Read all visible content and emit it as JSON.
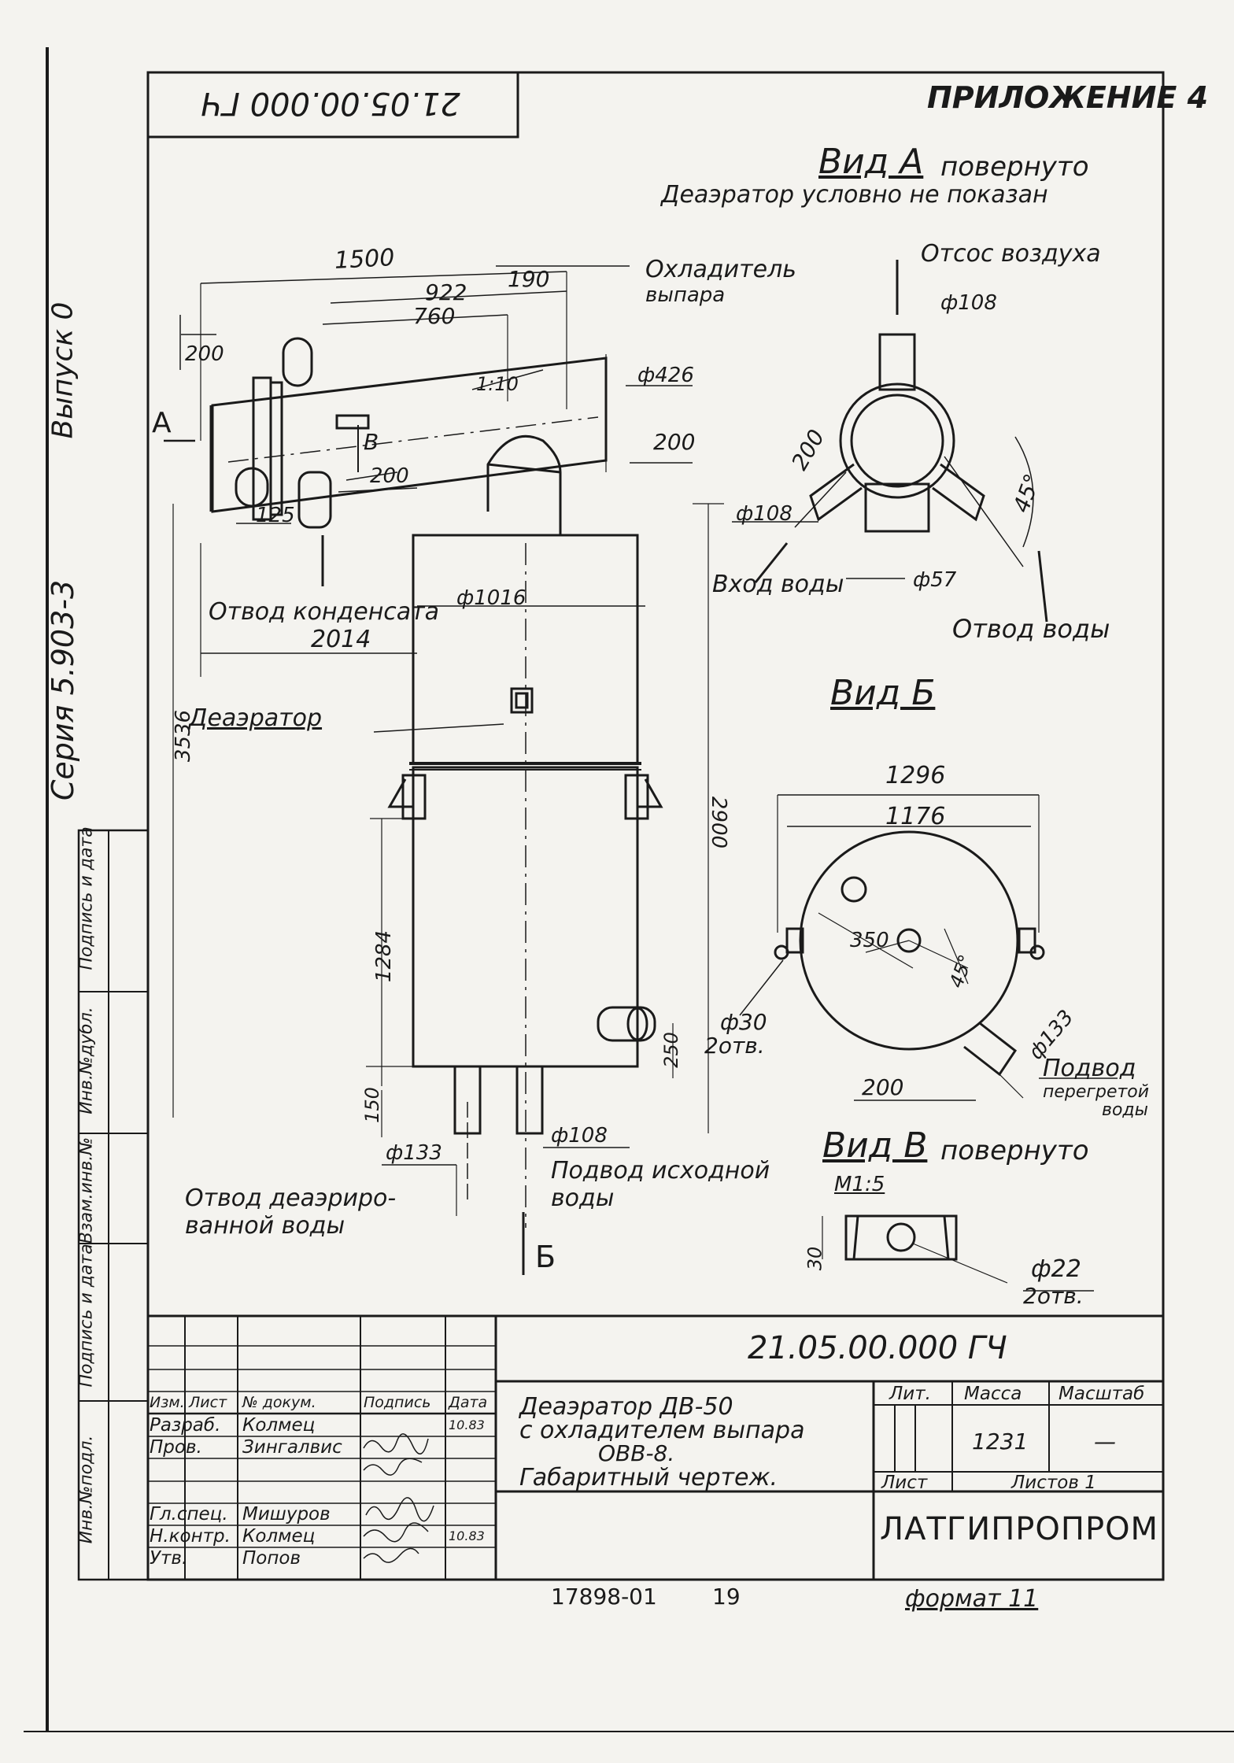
{
  "header": {
    "code_rotated": "21.05.00.000 ГЧ",
    "appendix": "ПРИЛОЖЕНИЕ 4"
  },
  "margin": {
    "issue": "Выпуск 0",
    "series": "Серия 5.903-3",
    "col1": "Инв.№подл.",
    "col2": "Подпись и дата",
    "col3": "Взам.инв.№",
    "col4": "Инв.№дубл.",
    "col5": "Подпись и дата"
  },
  "view_a": {
    "title": "Вид А",
    "title_suffix": "повернуто",
    "note": "Деаэратор условно не показан",
    "air_label": "Отсос воздуха",
    "d_air": "ф108",
    "d_steam": "ф108",
    "dim_200": "200",
    "angle": "45°",
    "water_in": "Вход воды",
    "d_water": "ф57",
    "water_out": "Отвод воды"
  },
  "main": {
    "dim_1500": "1500",
    "dim_922": "922",
    "dim_190": "190",
    "dim_760": "760",
    "dim_200_a": "200",
    "dim_200_b": "200",
    "dim_200_c": "200",
    "dim_125": "125",
    "slope": "1:10",
    "cooler_label_1": "Охладитель",
    "cooler_label_2": "выпара",
    "d_426": "ф426",
    "marker_a": "А",
    "marker_b": "В",
    "condensate": "Отвод конденсата",
    "dim_2014": "2014",
    "d_1016": "ф1016",
    "deaerator": "Деаэратор",
    "dim_3536": "3536",
    "dim_2900": "2900",
    "dim_1284": "1284",
    "dim_250": "250",
    "dim_150": "150",
    "d_133": "ф133",
    "d_108": "ф108",
    "out_water_1": "Отвод деаэриро-",
    "out_water_2": "ванной воды",
    "raw_water_1": "Подвод исходной",
    "raw_water_2": "воды",
    "marker_b_bottom": "Б"
  },
  "view_b": {
    "title": "Вид Б",
    "dim_1296": "1296",
    "dim_1176": "1176",
    "dim_350": "350",
    "angle": "45°",
    "d_30": "ф30",
    "holes": "2отв.",
    "d_133": "ф133",
    "dim_200": "200",
    "supply_1": "Подвод",
    "supply_2": "перегретой",
    "supply_3": "воды"
  },
  "view_v": {
    "title": "Вид В",
    "title_suffix": "повернуто",
    "scale": "М1:5",
    "dim_30": "30",
    "d_22": "ф22",
    "holes": "2отв."
  },
  "title_block": {
    "doc_code": "21.05.00.000 ГЧ",
    "name_1": "Деаэратор ДВ-50",
    "name_2": "с охладителем выпара",
    "name_3": "ОВВ-8.",
    "name_4": "Габаритный чертеж.",
    "lit_label": "Лит.",
    "mass_label": "Масса",
    "scale_label": "Масштаб",
    "mass_value": "1231",
    "scale_value": "—",
    "sheet_label": "Лист",
    "sheets_label": "Листов 1",
    "org": "ЛАТГИПРОПРОМ",
    "col_headers": [
      "Изм.",
      "Лист",
      "№ докум.",
      "Подпись",
      "Дата"
    ],
    "rows": [
      {
        "role": "Разраб.",
        "name": "Колмец",
        "date": "10.83"
      },
      {
        "role": "Пров.",
        "name": "Зингалвис",
        "date": ""
      },
      {
        "role": "Гл.спец.",
        "name": "Мишуров",
        "date": ""
      },
      {
        "role": "Н.контр.",
        "name": "Колмец",
        "date": "10.83"
      },
      {
        "role": "Утв.",
        "name": "Попов",
        "date": ""
      }
    ]
  },
  "footer": {
    "num": "17898-01",
    "page": "19",
    "format": "формат 11"
  }
}
